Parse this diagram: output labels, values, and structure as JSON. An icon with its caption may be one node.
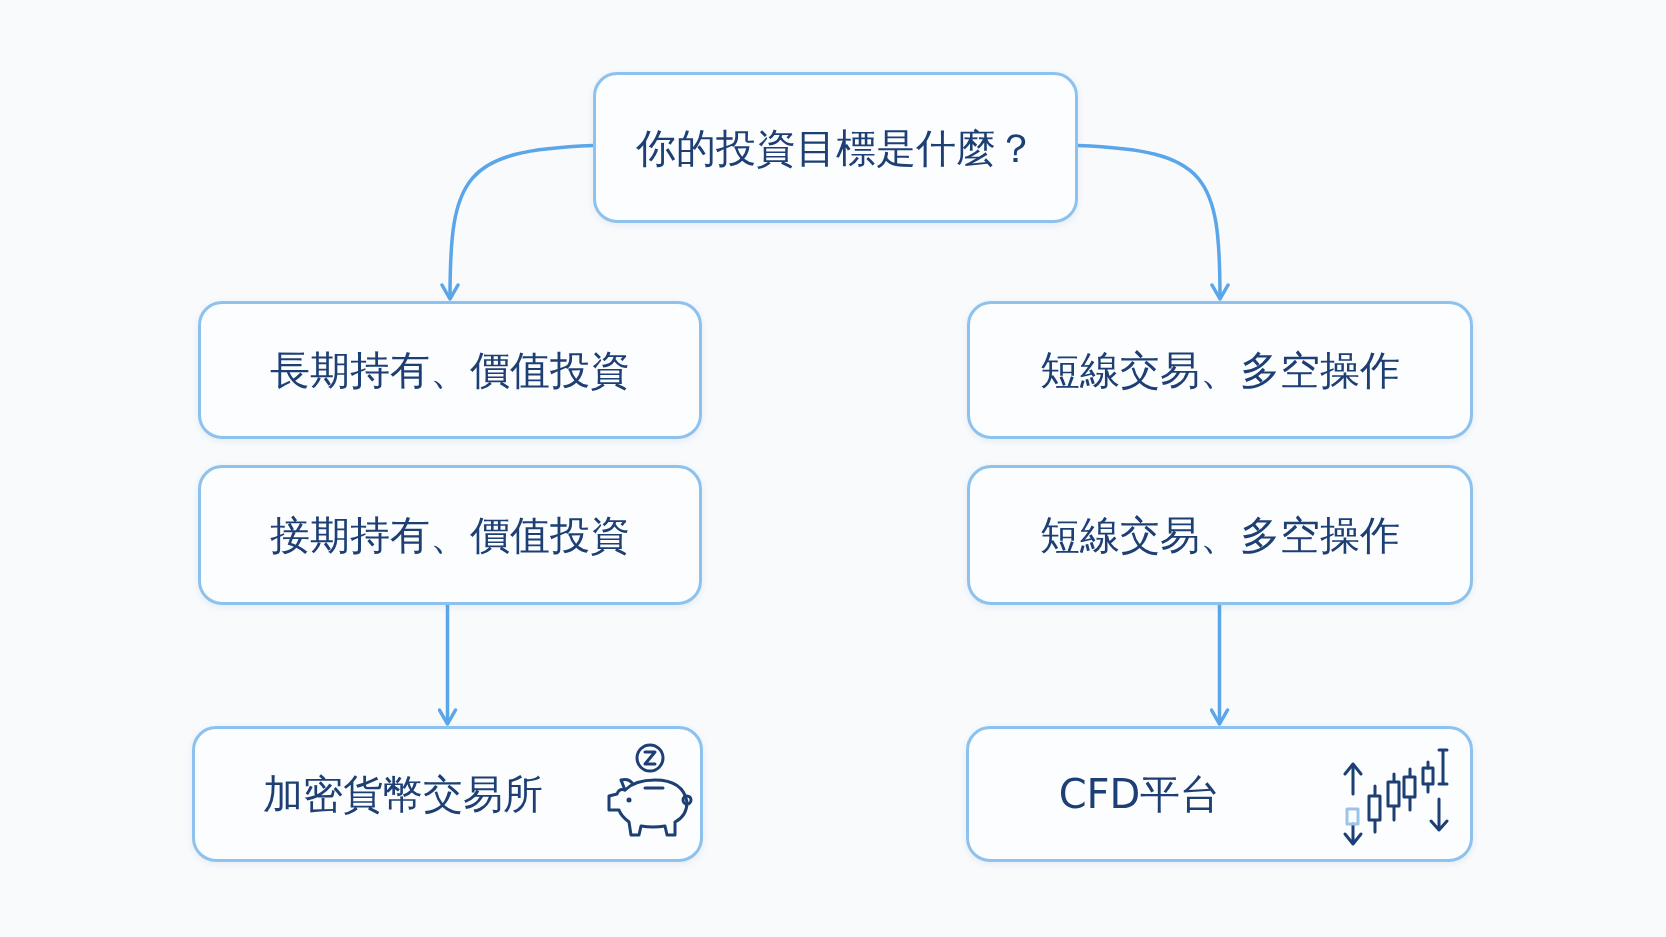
{
  "diagram": {
    "nodes": [
      {
        "text": [
          "你的投資目標是什麼？"
        ]
      },
      {
        "text": [
          "長期持有、價值投資"
        ]
      },
      {
        "text": [
          "接期持有、價值投資"
        ]
      },
      {
        "text": [
          "短線交易、多空操作"
        ]
      },
      {
        "text": [
          "短線交易、多空操作"
        ]
      },
      {
        "text": [
          "加密貨幣交易所"
        ]
      },
      {
        "text": [
          "CFD平台"
        ]
      }
    ],
    "edges": [
      {
        "from": 0,
        "to": 1,
        "arrow": "to"
      },
      {
        "from": 0,
        "to": 3,
        "arrow": "to"
      },
      {
        "from": 2,
        "to": 5,
        "arrow": "to"
      },
      {
        "from": 4,
        "to": 6,
        "arrow": "to"
      }
    ]
  }
}
